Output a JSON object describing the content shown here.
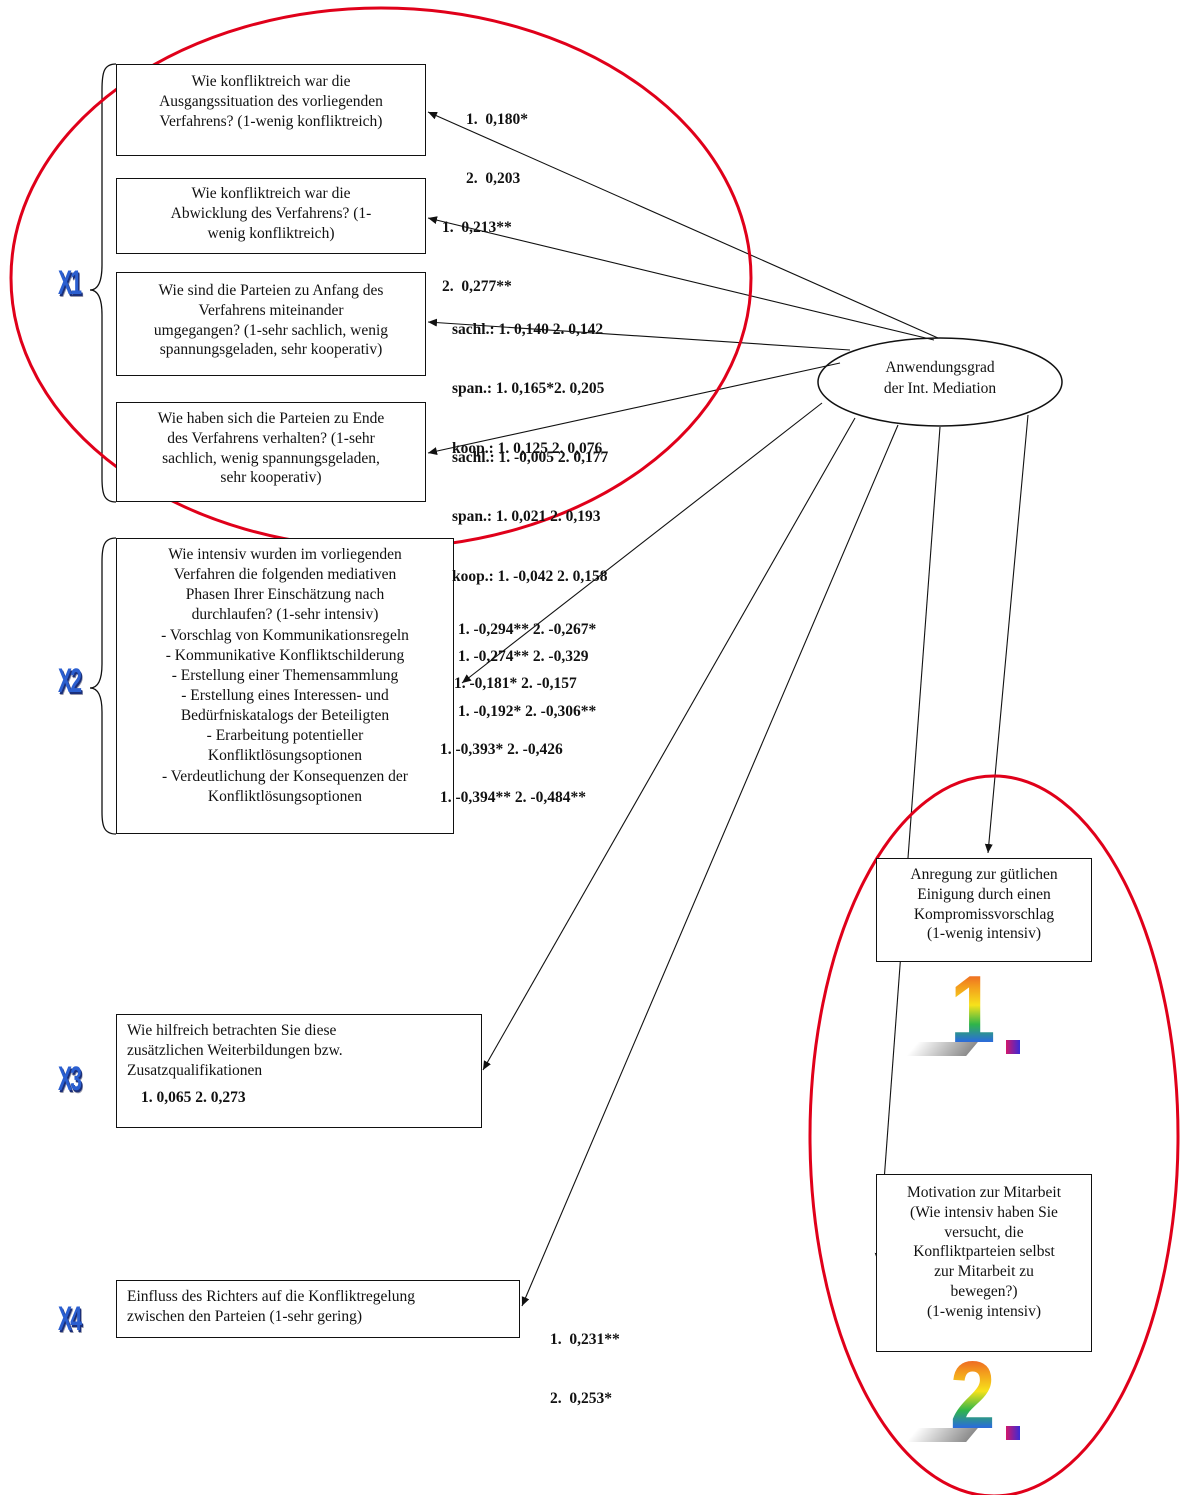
{
  "central_node": {
    "lines": [
      "Anwendungsgrad",
      "der Int. Mediation"
    ]
  },
  "groups": {
    "x1": "X1",
    "x2": "X2",
    "x3": "X3",
    "x4": "X4"
  },
  "boxes": {
    "q1": [
      "Wie konfliktreich war die",
      "Ausgangssituation des vorliegenden",
      "Verfahrens? (1-wenig konfliktreich)"
    ],
    "q2": [
      "Wie konfliktreich war die",
      "Abwicklung des Verfahrens? (1-",
      "wenig konfliktreich)"
    ],
    "q3": [
      "Wie sind die Parteien zu Anfang des",
      "Verfahrens miteinander",
      "umgegangen? (1-sehr sachlich, wenig",
      "spannungsgeladen, sehr kooperativ)"
    ],
    "q4": [
      "Wie haben sich die Parteien zu Ende",
      "des Verfahrens verhalten? (1-sehr",
      "sachlich, wenig spannungsgeladen,",
      "sehr kooperativ)"
    ],
    "q5": [
      "Wie intensiv wurden im vorliegenden",
      "Verfahren die folgenden mediativen",
      "Phasen Ihrer Einschätzung nach",
      "durchlaufen? (1-sehr intensiv)",
      "- Vorschlag von Kommunikationsregeln",
      "- Kommunikative Konfliktschilderung",
      "- Erstellung einer Themensammlung",
      "- Erstellung eines Interessen- und",
      "Bedürfniskatalogs der Beteiligten",
      "- Erarbeitung potentieller",
      "Konfliktlösungsoptionen",
      "- Verdeutlichung der Konsequenzen der",
      "Konfliktlösungsoptionen"
    ],
    "q6": [
      "Wie hilfreich betrachten Sie diese",
      "zusätzlichen Weiterbildungen bzw.",
      "Zusatzqualifikationen"
    ],
    "q7": [
      "Einfluss des Richters auf die Konfliktregelung",
      "zwischen den Parteien (1-sehr gering)"
    ],
    "o1": [
      "Anregung zur gütlichen",
      "Einigung durch  einen",
      "Kompromissvorschlag",
      "(1-wenig intensiv)"
    ],
    "o2": [
      "Motivation zur Mitarbeit",
      "(Wie intensiv haben Sie",
      "versucht, die",
      "Konfliktparteien selbst",
      "zur Mitarbeit zu",
      "bewegen?)",
      "(1-wenig intensiv)"
    ]
  },
  "coefficients": {
    "q1": [
      "1.  0,180*",
      "2.  0,203"
    ],
    "q2": [
      "1.  0,213**",
      "2.  0,277**"
    ],
    "q3": [
      "sachl.: 1. 0,140 2. 0,142",
      "span.: 1. 0,165*2. 0,205",
      "koop.: 1. 0,125 2. 0,076"
    ],
    "q4": [
      "sachl.: 1. -0,005 2. 0,177",
      "span.: 1. 0,021 2. 0,193",
      "koop.: 1. -0,042 2. 0,158"
    ],
    "q5": [
      "1. -0,294** 2. -0,267*",
      "1. -0,274** 2. -0,329",
      "1. -0,181* 2. -0,157",
      "1. -0,192* 2. -0,306**",
      "1. -0,393* 2. -0,426",
      "1. -0,394** 2. -0,484**"
    ],
    "q6": "1. 0,065 2. 0,273",
    "q7": [
      "1.  0,231**",
      "2.  0,253*"
    ]
  },
  "outcome_ranks": {
    "first": "1",
    "second": "2"
  },
  "colors": {
    "highlight_ellipse": "#e0001a",
    "group_label": "#2b5fd0"
  }
}
